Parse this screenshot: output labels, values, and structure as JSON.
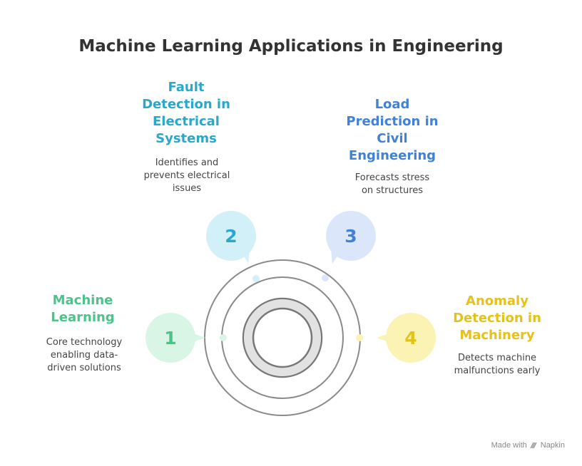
{
  "title": "Machine Learning Applications in Engineering",
  "items": [
    {
      "number": "1",
      "heading": "Machine\nLearning",
      "description": "Core technology\nenabling data-\ndriven solutions",
      "color": "#4cc38a",
      "badge_fill": "#d9f5e6"
    },
    {
      "number": "2",
      "heading": "Fault\nDetection in\nElectrical\nSystems",
      "description": "Identifies and\nprevents electrical\nissues",
      "color": "#2aa7c9",
      "badge_fill": "#d2f0f7"
    },
    {
      "number": "3",
      "heading": "Load\nPrediction in\nCivil\nEngineering",
      "description": "Forecasts stress\non structures",
      "color": "#3f82d6",
      "badge_fill": "#dbe6fb"
    },
    {
      "number": "4",
      "heading": "Anomaly\nDetection in\nMachinery",
      "description": "Detects machine\nmalfunctions early",
      "color": "#e3c21c",
      "badge_fill": "#fbf3b3"
    }
  ],
  "footer": {
    "made_with": "Made with",
    "brand": "Napkin"
  }
}
